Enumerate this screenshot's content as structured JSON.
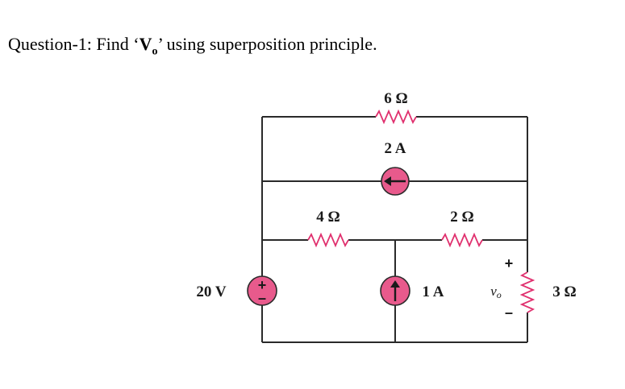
{
  "question": {
    "prefix": "Question-1:  Find ‘",
    "var_main": "V",
    "var_sub": "o",
    "suffix": "’ using superposition principle."
  },
  "circuit": {
    "r_top": "6 Ω",
    "r_left": "4 Ω",
    "r_mid": "2 Ω",
    "r_right": "3 Ω",
    "cs_top": "2 A",
    "cs_bottom": "1 A",
    "vs": "20 V",
    "vo": "v",
    "vo_sub": "o",
    "plus": "+",
    "minus": "–"
  },
  "colors": {
    "source_fill": "#e85a8c",
    "resistor": "#e0306e",
    "wire": "#2a2a2a"
  }
}
